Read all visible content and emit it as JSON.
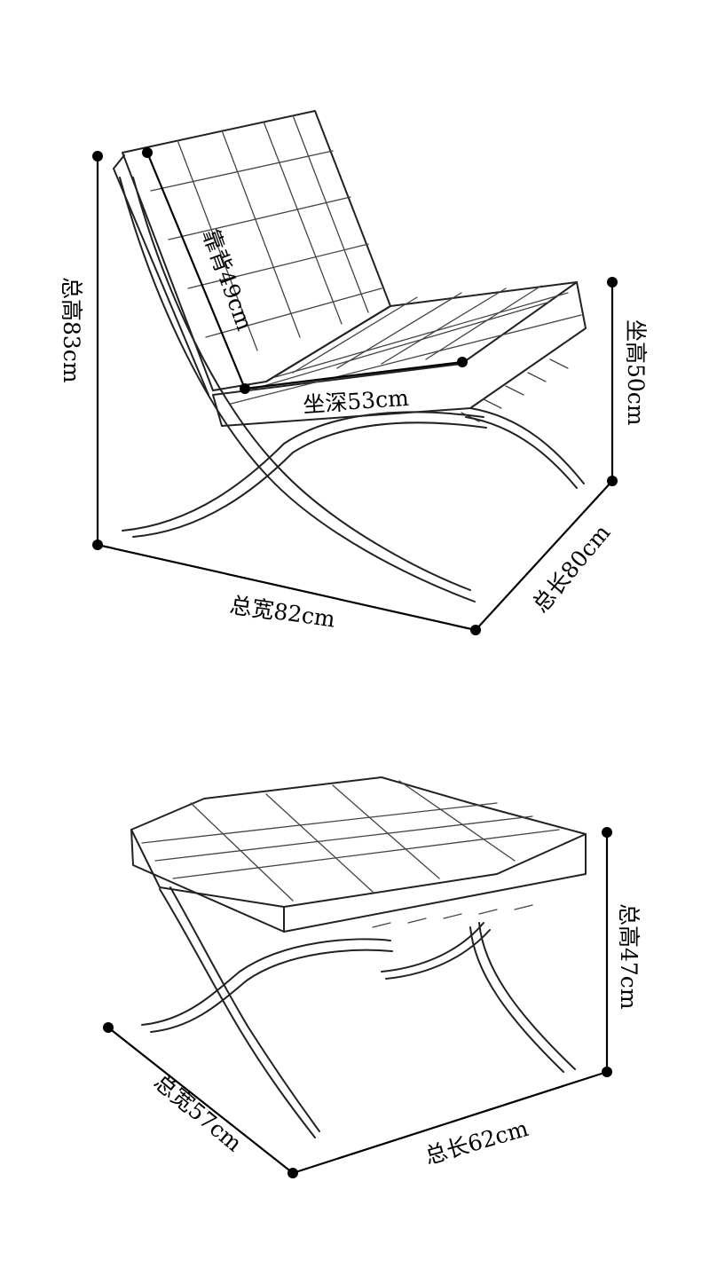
{
  "chair": {
    "total_height": "总高83cm",
    "backrest": "靠背49cm",
    "seat_height": "坐高50cm",
    "seat_depth": "坐深53cm",
    "total_width": "总宽82cm",
    "total_length": "总长80cm"
  },
  "ottoman": {
    "total_height": "总高47cm",
    "total_width": "总宽57cm",
    "total_length": "总长62cm"
  }
}
